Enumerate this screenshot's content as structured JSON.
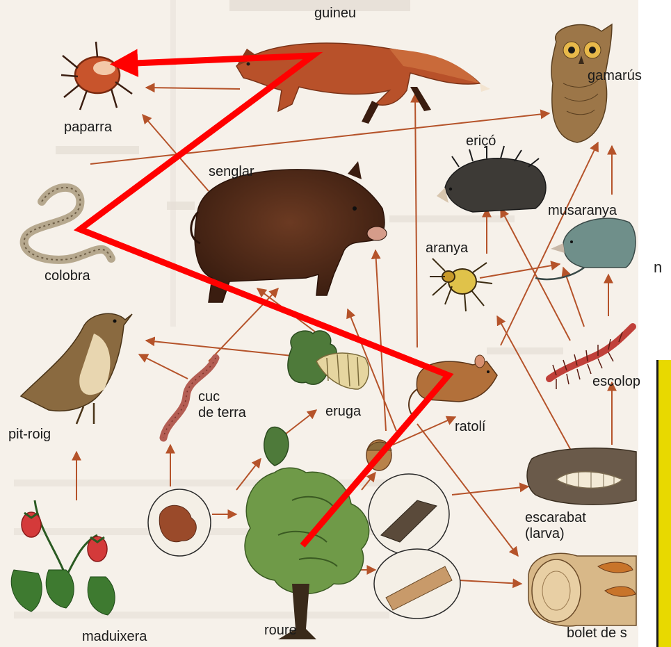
{
  "labels": {
    "guineu": "guineu",
    "gamarus": "gamarús",
    "paparra": "paparra",
    "senglar": "senglar",
    "erico": "eriçó",
    "colobra": "colobra",
    "musaranya": "musaranya",
    "aranya": "aranya",
    "pit_roig": "pit-roig",
    "cuc_l1": "cuc",
    "cuc_l2": "de terra",
    "eruga": "eruga",
    "ratoli": "ratolí",
    "escolop": "escolop",
    "escarabat_l1": "escarabat",
    "escarabat_l2": "(larva)",
    "roure": "roure",
    "bolet": "bolet de s",
    "maduixera": "maduixera"
  },
  "edge_text": "n",
  "colors": {
    "arrow": "#b5532a",
    "highlight": "#ff0000",
    "page": "#f6f1ea"
  }
}
